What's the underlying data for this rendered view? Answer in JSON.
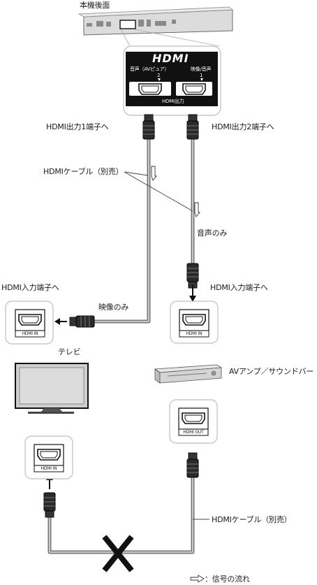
{
  "labels": {
    "player_rear": "本機後面",
    "hdmi_logo": "HDMI",
    "port_2_caption": "音声（AVピュア）",
    "port_1_caption": "映像/音声",
    "port_2_number": "2",
    "port_1_number": "1",
    "hdmi_out_panel": "HDMI出力",
    "hdmi_out_1": "HDMI出力1端子へ",
    "hdmi_out_2": "HDMI出力2端子へ",
    "hdmi_cable_top": "HDMIケーブル（別売）",
    "audio_only": "音声のみ",
    "hdmi_in_left": "HDMI入力端子へ",
    "hdmi_in_right": "HDMI入力端子へ",
    "video_only": "映像のみ",
    "tv": "テレビ",
    "av_amp": "AVアンプ／サウンドバー",
    "port_hdmi_in": "HDMI IN",
    "port_hdmi_out": "HDMI OUT",
    "hdmi_cable_bottom": "HDMIケーブル（別売）",
    "legend_signal": "：信号の流れ"
  }
}
